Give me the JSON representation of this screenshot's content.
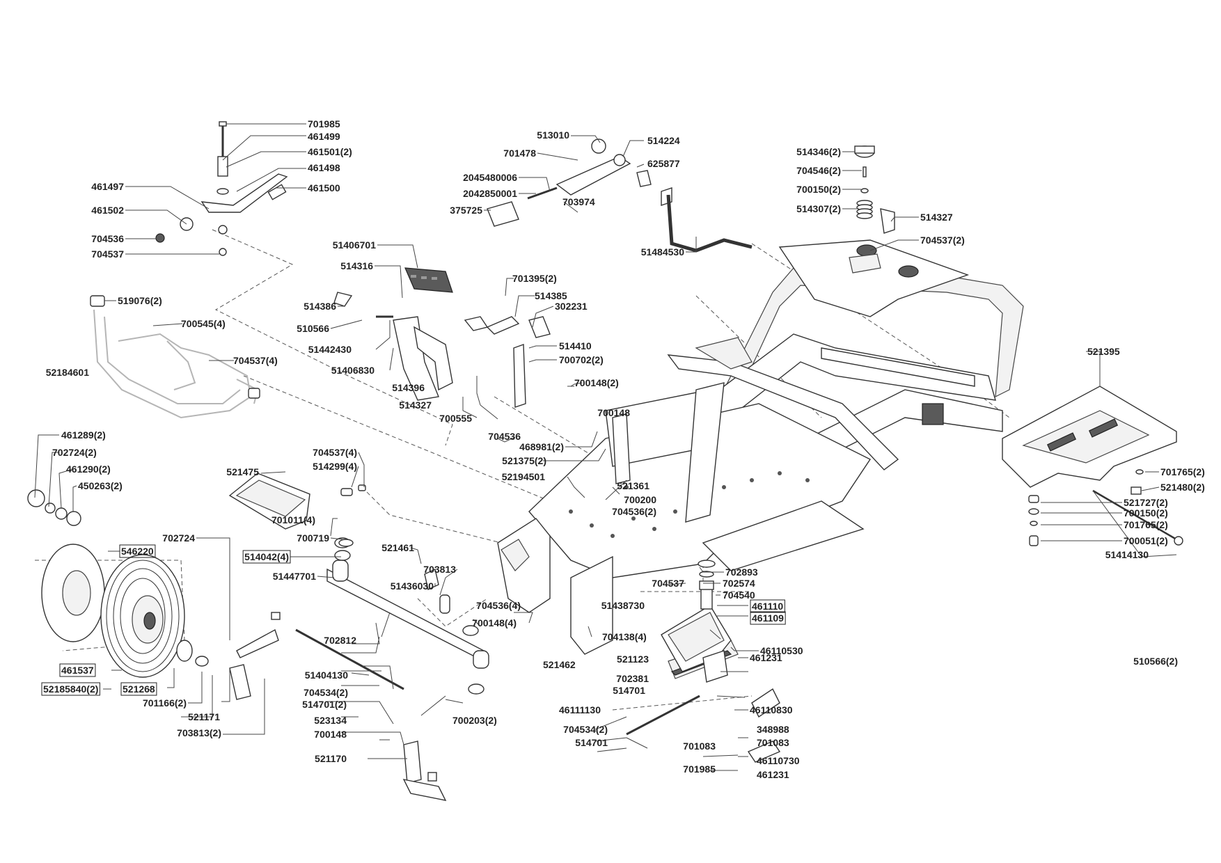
{
  "labels": [
    {
      "text": "701985",
      "boxed": false
    },
    {
      "text": "461499",
      "boxed": false
    },
    {
      "text": "461501(2)",
      "boxed": false
    },
    {
      "text": "461498",
      "boxed": false
    },
    {
      "text": "461500",
      "boxed": false
    },
    {
      "text": "461497",
      "boxed": false
    },
    {
      "text": "461502",
      "boxed": false
    },
    {
      "text": "704536",
      "boxed": false
    },
    {
      "text": "704537",
      "boxed": false
    },
    {
      "text": "513010",
      "boxed": false
    },
    {
      "text": "514224",
      "boxed": false
    },
    {
      "text": "701478",
      "boxed": false
    },
    {
      "text": "625877",
      "boxed": false
    },
    {
      "text": "2045480006",
      "boxed": false
    },
    {
      "text": "2042850001",
      "boxed": false
    },
    {
      "text": "703974",
      "boxed": false
    },
    {
      "text": "375725",
      "boxed": false
    },
    {
      "text": "51484530",
      "boxed": false
    },
    {
      "text": "514346(2)",
      "boxed": false
    },
    {
      "text": "704546(2)",
      "boxed": false
    },
    {
      "text": "700150(2)",
      "boxed": false
    },
    {
      "text": "514307(2)",
      "boxed": false
    },
    {
      "text": "514327",
      "boxed": false
    },
    {
      "text": "704537(2)",
      "boxed": false
    },
    {
      "text": "51406701",
      "boxed": false
    },
    {
      "text": "514316",
      "boxed": false
    },
    {
      "text": "701395(2)",
      "boxed": false
    },
    {
      "text": "514385",
      "boxed": false
    },
    {
      "text": "302231",
      "boxed": false
    },
    {
      "text": "514386",
      "boxed": false
    },
    {
      "text": "519076(2)",
      "boxed": false
    },
    {
      "text": "700545(4)",
      "boxed": false
    },
    {
      "text": "510566",
      "boxed": false
    },
    {
      "text": "51442430",
      "boxed": false
    },
    {
      "text": "514410",
      "boxed": false
    },
    {
      "text": "700702(2)",
      "boxed": false
    },
    {
      "text": "51406830",
      "boxed": false
    },
    {
      "text": "704537(4)",
      "boxed": false
    },
    {
      "text": "52184601",
      "boxed": false
    },
    {
      "text": "700148(2)",
      "boxed": false
    },
    {
      "text": "514396",
      "boxed": false
    },
    {
      "text": "514327",
      "boxed": false
    },
    {
      "text": "700148",
      "boxed": false
    },
    {
      "text": "700555",
      "boxed": false
    },
    {
      "text": "704536",
      "boxed": false
    },
    {
      "text": "521395",
      "boxed": false
    },
    {
      "text": "461289(2)",
      "boxed": false
    },
    {
      "text": "702724(2)",
      "boxed": false
    },
    {
      "text": "461290(2)",
      "boxed": false
    },
    {
      "text": "450263(2)",
      "boxed": false
    },
    {
      "text": "468981(2)",
      "boxed": false
    },
    {
      "text": "521375(2)",
      "boxed": false
    },
    {
      "text": "704537(4)",
      "boxed": false
    },
    {
      "text": "514299(4)",
      "boxed": false
    },
    {
      "text": "521475",
      "boxed": false
    },
    {
      "text": "52194501",
      "boxed": false
    },
    {
      "text": "521361",
      "boxed": false
    },
    {
      "text": "700200",
      "boxed": false
    },
    {
      "text": "704536(2)",
      "boxed": false
    },
    {
      "text": "701765(2)",
      "boxed": false
    },
    {
      "text": "521480(2)",
      "boxed": false
    },
    {
      "text": "701011(4)",
      "boxed": false
    },
    {
      "text": "521727(2)",
      "boxed": false
    },
    {
      "text": "700150(2)",
      "boxed": false
    },
    {
      "text": "701765(2)",
      "boxed": false
    },
    {
      "text": "700051(2)",
      "boxed": false
    },
    {
      "text": "51414130",
      "boxed": false
    },
    {
      "text": "702724",
      "boxed": false
    },
    {
      "text": "700719",
      "boxed": false
    },
    {
      "text": "546220",
      "boxed": true
    },
    {
      "text": "514042(4)",
      "boxed": true
    },
    {
      "text": "521461",
      "boxed": false
    },
    {
      "text": "51447701",
      "boxed": false
    },
    {
      "text": "703813",
      "boxed": false
    },
    {
      "text": "51436030",
      "boxed": false
    },
    {
      "text": "704537",
      "boxed": false
    },
    {
      "text": "702893",
      "boxed": false
    },
    {
      "text": "702574",
      "boxed": false
    },
    {
      "text": "704540",
      "boxed": false
    },
    {
      "text": "51438730",
      "boxed": false
    },
    {
      "text": "461110",
      "boxed": true
    },
    {
      "text": "461109",
      "boxed": true
    },
    {
      "text": "704536(4)",
      "boxed": false
    },
    {
      "text": "700148(4)",
      "boxed": false
    },
    {
      "text": "704138(4)",
      "boxed": false
    },
    {
      "text": "46110530",
      "boxed": false
    },
    {
      "text": "510566(2)",
      "boxed": false
    },
    {
      "text": "702812",
      "boxed": false
    },
    {
      "text": "461231",
      "boxed": false
    },
    {
      "text": "521123",
      "boxed": false
    },
    {
      "text": "461537",
      "boxed": true
    },
    {
      "text": "521462",
      "boxed": false
    },
    {
      "text": "702381",
      "boxed": false
    },
    {
      "text": "52185840(2)",
      "boxed": true
    },
    {
      "text": "521268",
      "boxed": true
    },
    {
      "text": "51404130",
      "boxed": false
    },
    {
      "text": "514701",
      "boxed": false
    },
    {
      "text": "704534(2)",
      "boxed": false
    },
    {
      "text": "701166(2)",
      "boxed": false
    },
    {
      "text": "514701(2)",
      "boxed": false
    },
    {
      "text": "46111130",
      "boxed": false
    },
    {
      "text": "46110830",
      "boxed": false
    },
    {
      "text": "521171",
      "boxed": false
    },
    {
      "text": "523134",
      "boxed": false
    },
    {
      "text": "700203(2)",
      "boxed": false
    },
    {
      "text": "703813(2)",
      "boxed": false
    },
    {
      "text": "704534(2)",
      "boxed": false
    },
    {
      "text": "348988",
      "boxed": false
    },
    {
      "text": "700148",
      "boxed": false
    },
    {
      "text": "514701",
      "boxed": false
    },
    {
      "text": "701083",
      "boxed": false
    },
    {
      "text": "701083",
      "boxed": false
    },
    {
      "text": "521170",
      "boxed": false
    },
    {
      "text": "46110730",
      "boxed": false
    },
    {
      "text": "701985",
      "boxed": false
    },
    {
      "text": "461231",
      "boxed": false
    }
  ]
}
